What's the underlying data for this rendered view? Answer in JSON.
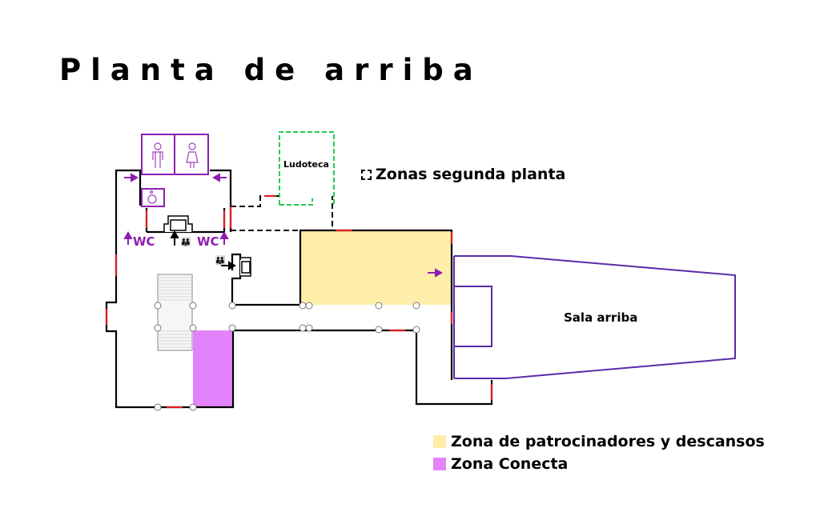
{
  "title": "Planta de arriba",
  "rooms": {
    "ludoteca": "Ludoteca",
    "sala_arriba": "Sala arriba",
    "wc_left": "WC",
    "wc_right": "WC"
  },
  "legend": {
    "second_floor": "Zonas segunda planta",
    "items": [
      {
        "label": "Zona de patrocinadores y descansos",
        "color": "#ffeeaa"
      },
      {
        "label": "Zona Conecta",
        "color": "#e383fb"
      }
    ]
  },
  "colors": {
    "wall": "#000000",
    "door": "#e02020",
    "restroom": "#8e1fb0",
    "sala": "#5a2aa8",
    "ludoteca": "#22cc55"
  }
}
